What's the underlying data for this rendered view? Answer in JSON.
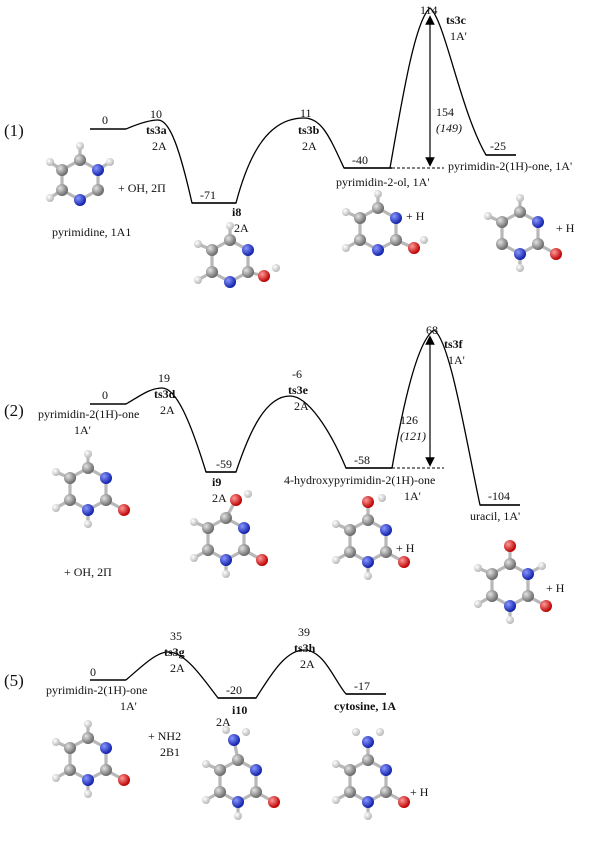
{
  "panels": [
    {
      "label": "(1)",
      "energies": {
        "reactant": "0",
        "ts3a": "10",
        "i8": "-71",
        "ts3b": "11",
        "int": "-40",
        "ts3c": "114",
        "prod": "-25",
        "barrier": "154",
        "barrier_alt": "(149)"
      },
      "names": {
        "ts3a": "ts3a",
        "ts3a_state": "2A",
        "i8": "i8",
        "i8_state": "2A",
        "ts3b": "ts3b",
        "ts3b_state": "2A",
        "ts3c": "ts3c",
        "ts3c_state": "1A'",
        "int": "pyrimidin-2-ol, 1A'",
        "prod": "pyrimidin-2(1H)-one, 1A'",
        "reactant": "pyrimidine, 1A1",
        "reagent": "+ OH, 2Π",
        "plus_h1": "+ H",
        "plus_h2": "+ H"
      }
    },
    {
      "label": "(2)",
      "energies": {
        "reactant": "0",
        "ts3d": "19",
        "i9": "-59",
        "ts3e": "-6",
        "int": "-58",
        "ts3f": "68",
        "prod": "-104",
        "barrier": "126",
        "barrier_alt": "(121)"
      },
      "names": {
        "reactant": "pyrimidin-2(1H)-one",
        "reactant_state": "1A'",
        "ts3d": "ts3d",
        "ts3d_state": "2A",
        "i9": "i9",
        "i9_state": "2A",
        "ts3e": "ts3e",
        "ts3e_state": "2A",
        "int": "4-hydroxypyrimidin-2(1H)-one",
        "int_state": "1A'",
        "ts3f": "ts3f",
        "ts3f_state": "1A'",
        "prod": "uracil, 1A'",
        "reagent": "+ OH, 2Π",
        "plus_h1": "+ H",
        "plus_h2": "+ H"
      }
    },
    {
      "label": "(5)",
      "energies": {
        "reactant": "0",
        "ts3g": "35",
        "i10": "-20",
        "ts3h": "39",
        "prod": "-17"
      },
      "names": {
        "reactant": "pyrimidin-2(1H)-one",
        "reactant_state": "1A'",
        "ts3g": "ts3g",
        "ts3g_state": "2A",
        "i10": "i10",
        "i10_state": "2A",
        "ts3h": "ts3h",
        "ts3h_state": "2A",
        "prod": "cytosine, 1A",
        "reagent": "+ NH2",
        "reagent_state": "2B1",
        "plus_h": "+ H"
      }
    }
  ],
  "colors": {
    "carbon": "#8a8a8a",
    "nitrogen": "#2233cc",
    "oxygen": "#dd1111",
    "hydrogen": "#dddddd"
  }
}
